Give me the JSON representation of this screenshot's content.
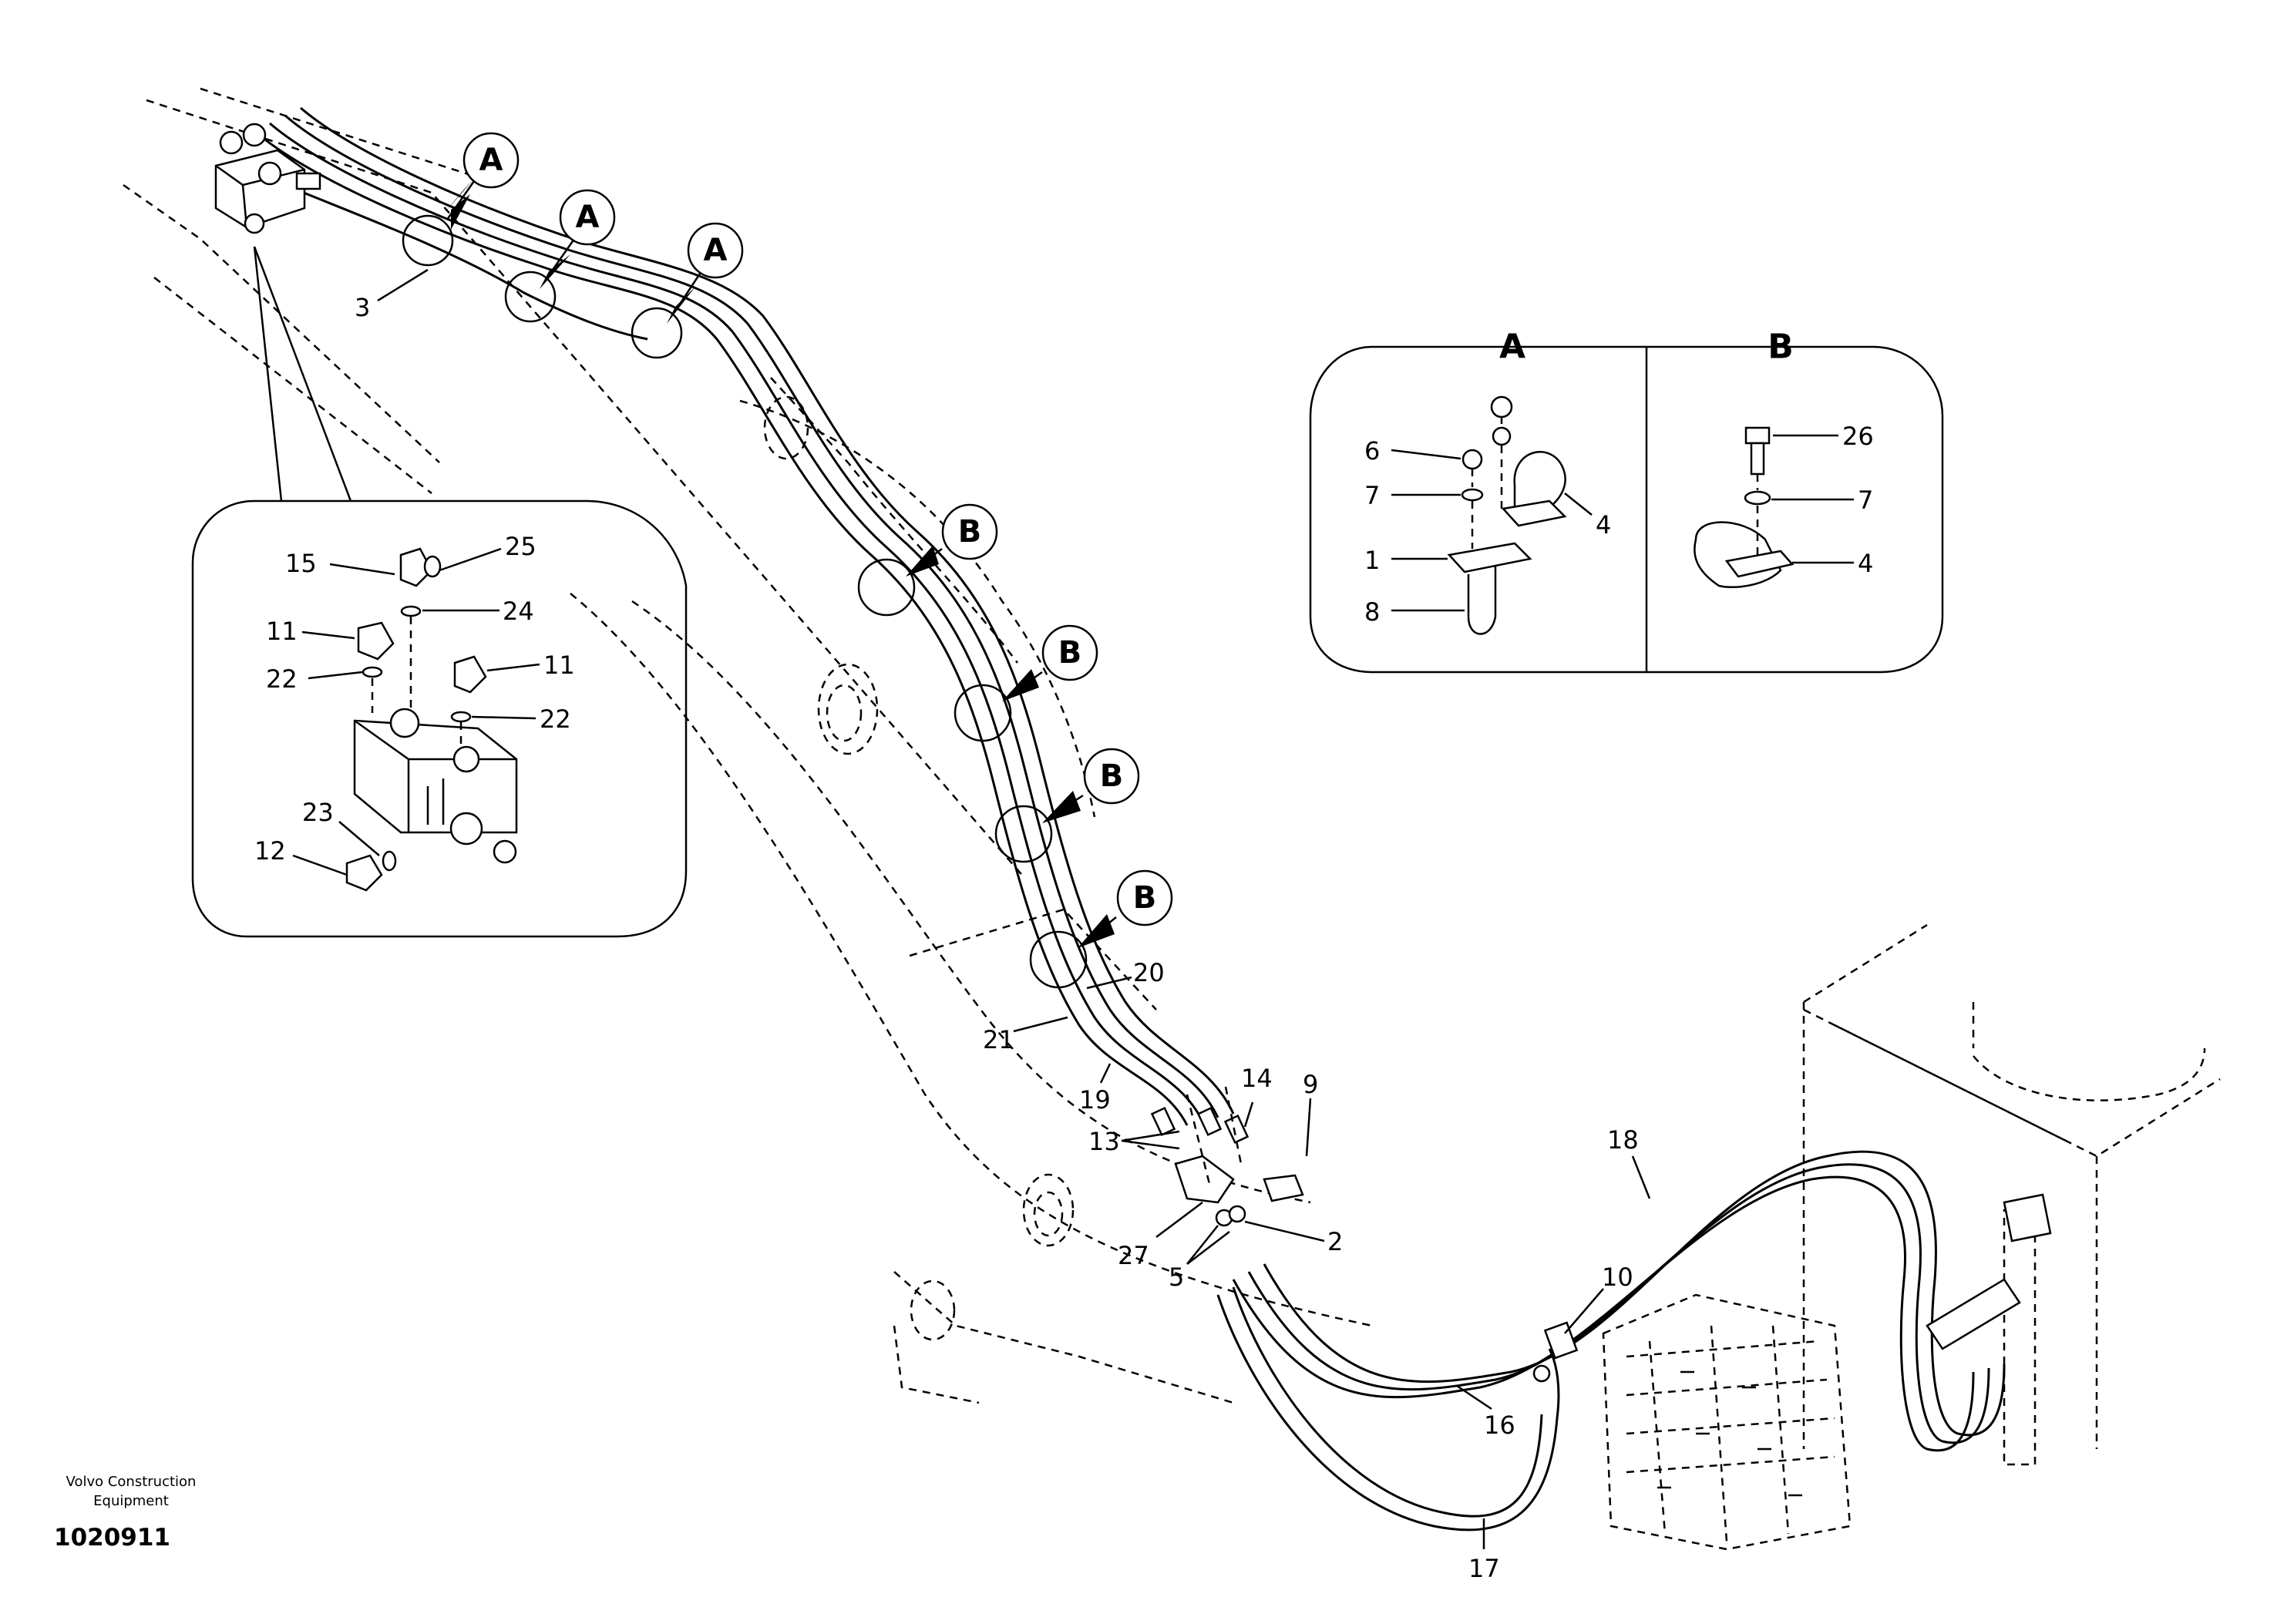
{
  "diagram": {
    "brand_line1": "Volvo Construction",
    "brand_line2": "Equipment",
    "doc_number": "1020911",
    "detail_headers": {
      "a": "A",
      "b": "B"
    },
    "callouts": {
      "a1": "A",
      "a2": "A",
      "a3": "A",
      "b1": "B",
      "b2": "B",
      "b3": "B",
      "b4": "B"
    },
    "labels": {
      "p3": "3",
      "p15": "15",
      "p25": "25",
      "p24": "24",
      "p11a": "11",
      "p11b": "11",
      "p22a": "22",
      "p22b": "22",
      "p23": "23",
      "p12": "12",
      "p6": "6",
      "p7a": "7",
      "p1": "1",
      "p8": "8",
      "p4a": "4",
      "p26": "26",
      "p7b": "7",
      "p4b": "4",
      "p20": "20",
      "p21": "21",
      "p19": "19",
      "p14": "14",
      "p13": "13",
      "p9": "9",
      "p27": "27",
      "p5": "5",
      "p2": "2",
      "p18": "18",
      "p10": "10",
      "p16": "16",
      "p17": "17"
    }
  }
}
